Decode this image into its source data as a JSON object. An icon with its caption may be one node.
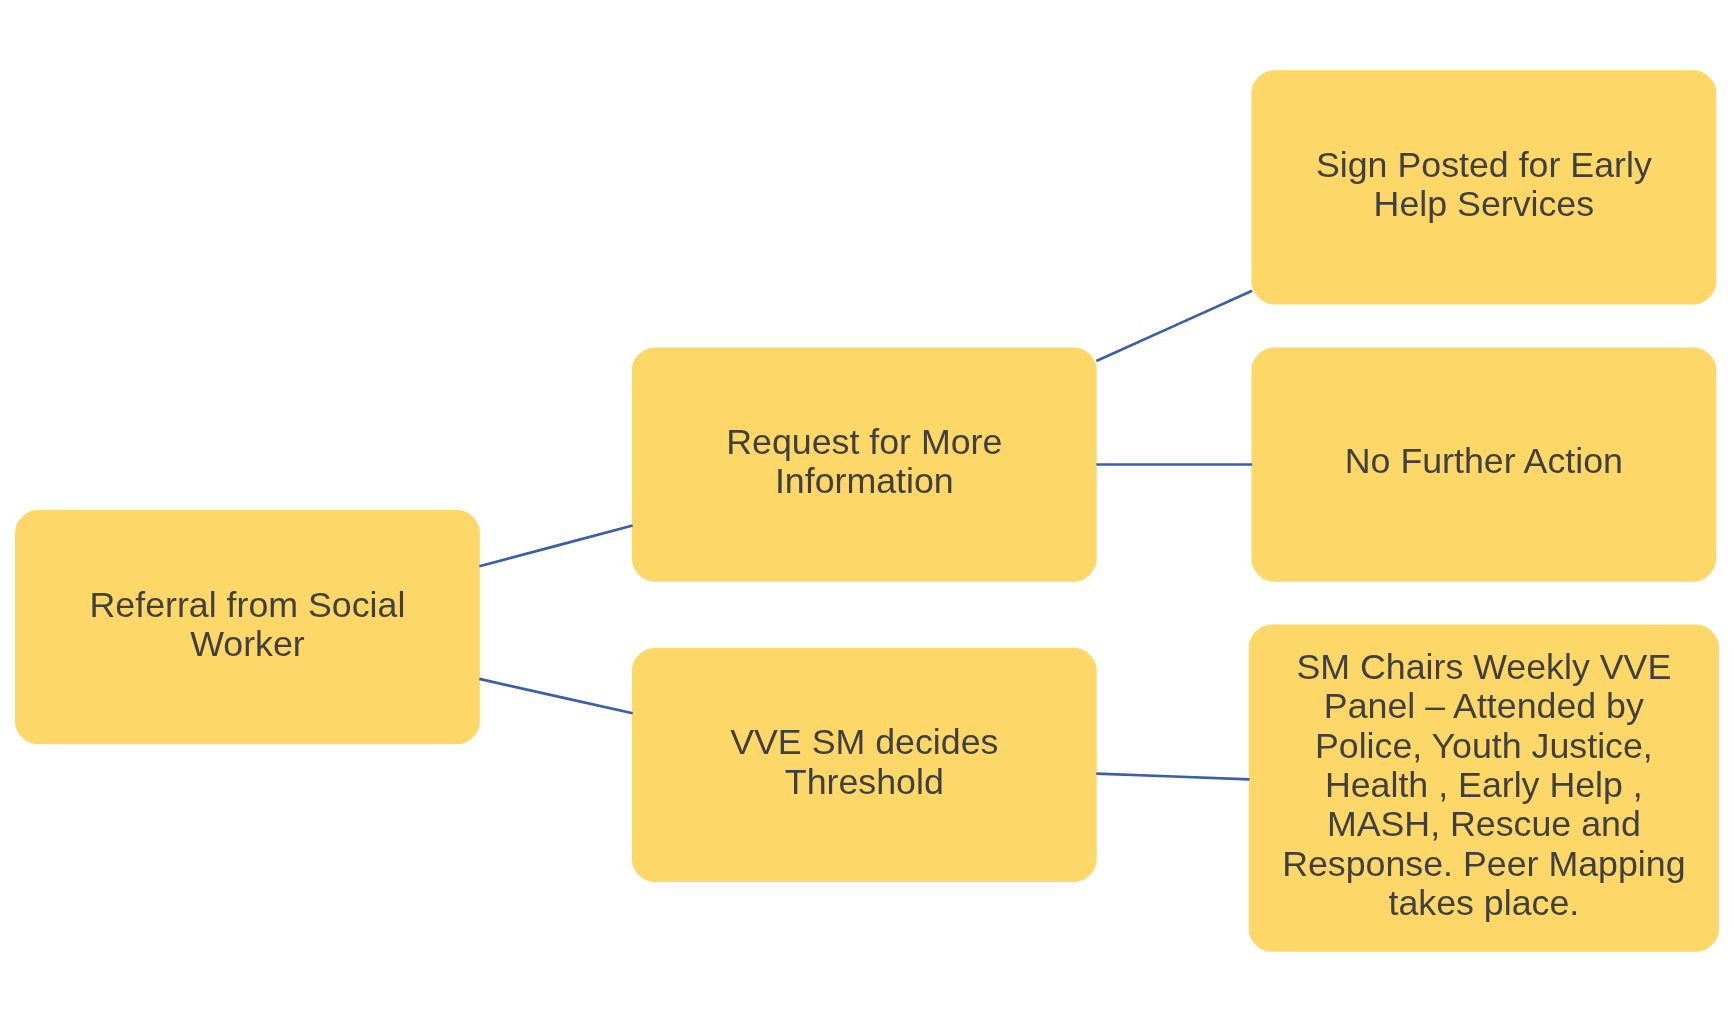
{
  "diagram": {
    "nodes": [
      {
        "text": [
          "Referral from Social Worker"
        ]
      },
      {
        "text": [
          "Request for More Information"
        ]
      },
      {
        "text": [
          "VVE SM decides Threshold"
        ]
      },
      {
        "text": [
          "Sign Posted for Early Help Services"
        ]
      },
      {
        "text": [
          "No Further Action"
        ]
      },
      {
        "text": [
          "SM Chairs Weekly VVE Panel – Attended by Police, Youth Justice, Health , Early Help , MASH, Rescue and Response. Peer Mapping takes place."
        ]
      }
    ],
    "edges": [
      {
        "from": 0,
        "to": 1,
        "arrow": "none"
      },
      {
        "from": 0,
        "to": 2,
        "arrow": "none"
      },
      {
        "from": 1,
        "to": 3,
        "arrow": "none"
      },
      {
        "from": 1,
        "to": 4,
        "arrow": "none"
      },
      {
        "from": 2,
        "to": 5,
        "arrow": "none"
      }
    ]
  }
}
